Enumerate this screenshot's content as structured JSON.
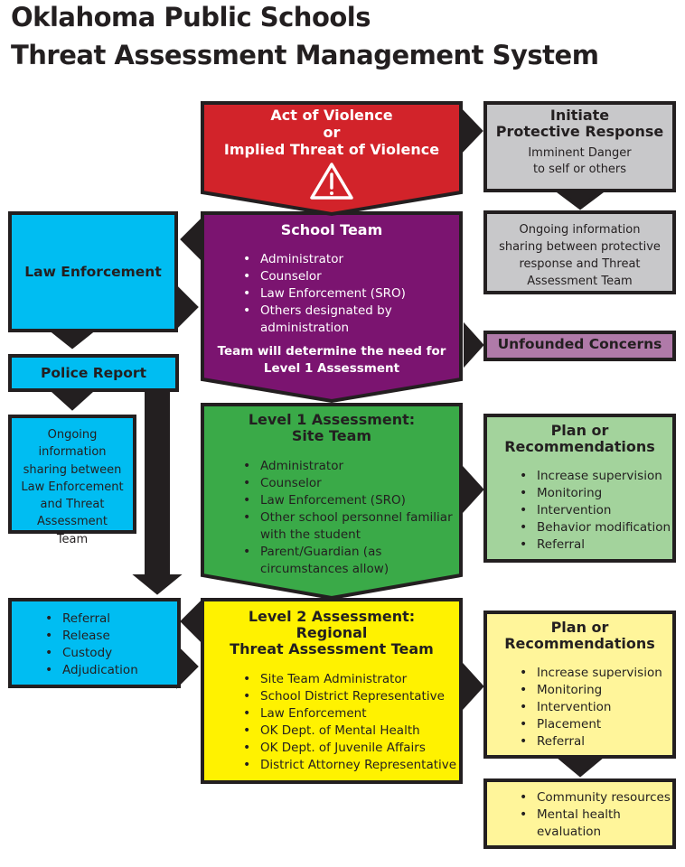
{
  "title": {
    "line1": "Oklahoma Public Schools",
    "line2": "Threat Assessment Management System"
  },
  "colors": {
    "red": "#d2232a",
    "purple": "#7b1470",
    "green": "#3aaa48",
    "yellow": "#fff200",
    "blue": "#00bdf2",
    "gray": "#c8c8ca",
    "light_purple": "#b07aa9",
    "light_green": "#a3d39c",
    "light_yellow": "#fff59a",
    "outline": "#231f20"
  },
  "trigger": {
    "line1": "Act of Violence",
    "line2": "or",
    "line3": "Implied Threat of Violence",
    "icon": "warning-triangle-icon"
  },
  "protective_response": {
    "title_line1": "Initiate",
    "title_line2": "Protective Response",
    "sub_line1": "Imminent Danger",
    "sub_line2": "to self or others"
  },
  "protective_sharing": {
    "line1": "Ongoing information",
    "line2": "sharing between protective",
    "line3": "response and Threat",
    "line4": "Assessment Team"
  },
  "school_team": {
    "title": "School Team",
    "items": [
      "Administrator",
      "Counselor",
      "Law Enforcement (SRO)",
      "Others designated by administration"
    ],
    "footer_line1": "Team will determine the need for",
    "footer_line2": "Level 1 Assessment"
  },
  "law_enforcement": {
    "label": "Law Enforcement"
  },
  "unfounded": {
    "label": "Unfounded Concerns"
  },
  "police_report": {
    "label": "Police Report"
  },
  "law_sharing": {
    "line1": "Ongoing",
    "line2": "information",
    "line3": "sharing between",
    "line4": "Law Enforcement",
    "line5": "and Threat",
    "line6": "Assessment",
    "line7": "Team"
  },
  "level1": {
    "title_line1": "Level 1 Assessment:",
    "title_line2": "Site Team",
    "items": [
      "Administrator",
      "Counselor",
      "Law Enforcement (SRO)",
      "Other school personnel familiar with the student",
      "Parent/Guardian (as circumstances allow)"
    ]
  },
  "plan1": {
    "title_line1": "Plan or",
    "title_line2": "Recommendations",
    "items": [
      "Increase supervision",
      "Monitoring",
      "Intervention",
      "Behavior modification",
      "Referral"
    ]
  },
  "legal_outcomes": {
    "items": [
      "Referral",
      "Release",
      "Custody",
      "Adjudication"
    ]
  },
  "level2": {
    "title_line1": "Level 2 Assessment:",
    "title_line2": "Regional",
    "title_line3": "Threat Assessment Team",
    "items": [
      "Site Team Administrator",
      "School District Representative",
      "Law Enforcement",
      "OK Dept. of Mental Health",
      "OK Dept. of Juvenile Affairs",
      "District Attorney Representative"
    ]
  },
  "plan2": {
    "title_line1": "Plan or",
    "title_line2": "Recommendations",
    "items": [
      "Increase supervision",
      "Monitoring",
      "Intervention",
      "Placement",
      "Referral"
    ]
  },
  "resources": {
    "items": [
      "Community resources",
      "Mental health evaluation"
    ]
  }
}
